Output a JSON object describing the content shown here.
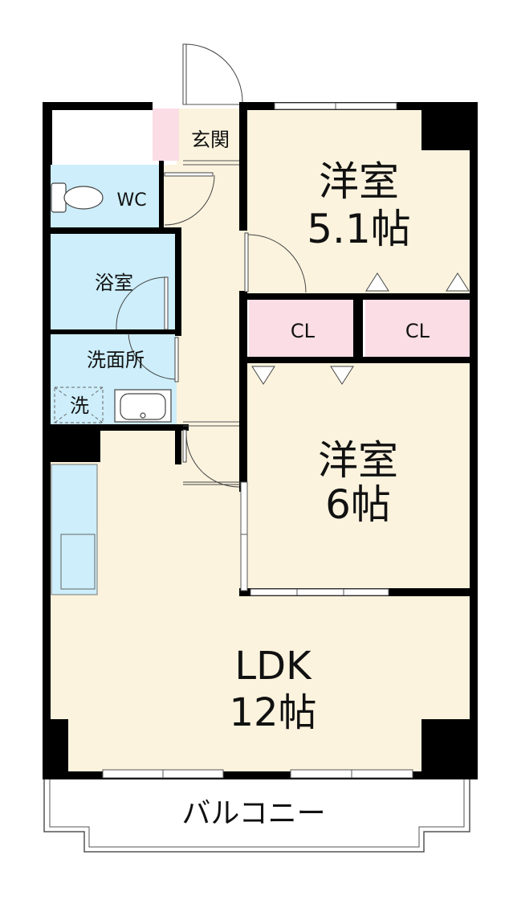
{
  "floorplan": {
    "rooms": {
      "genkan": "玄関",
      "wc": "WC",
      "bath": "浴室",
      "washroom": "洗面所",
      "washer": "洗",
      "western1_name": "洋室",
      "western1_size": "5.1帖",
      "cl1": "CL",
      "cl2": "CL",
      "western2_name": "洋室",
      "western2_size": "6帖",
      "ldk_name": "LDK",
      "ldk_size": "12帖",
      "balcony": "バルコニー"
    },
    "colors": {
      "room_fill": "#fbf3de",
      "wet_fill": "#cdeefa",
      "closet_fill": "#fbdde6",
      "wall": "#000000",
      "outline": "#666666"
    }
  }
}
